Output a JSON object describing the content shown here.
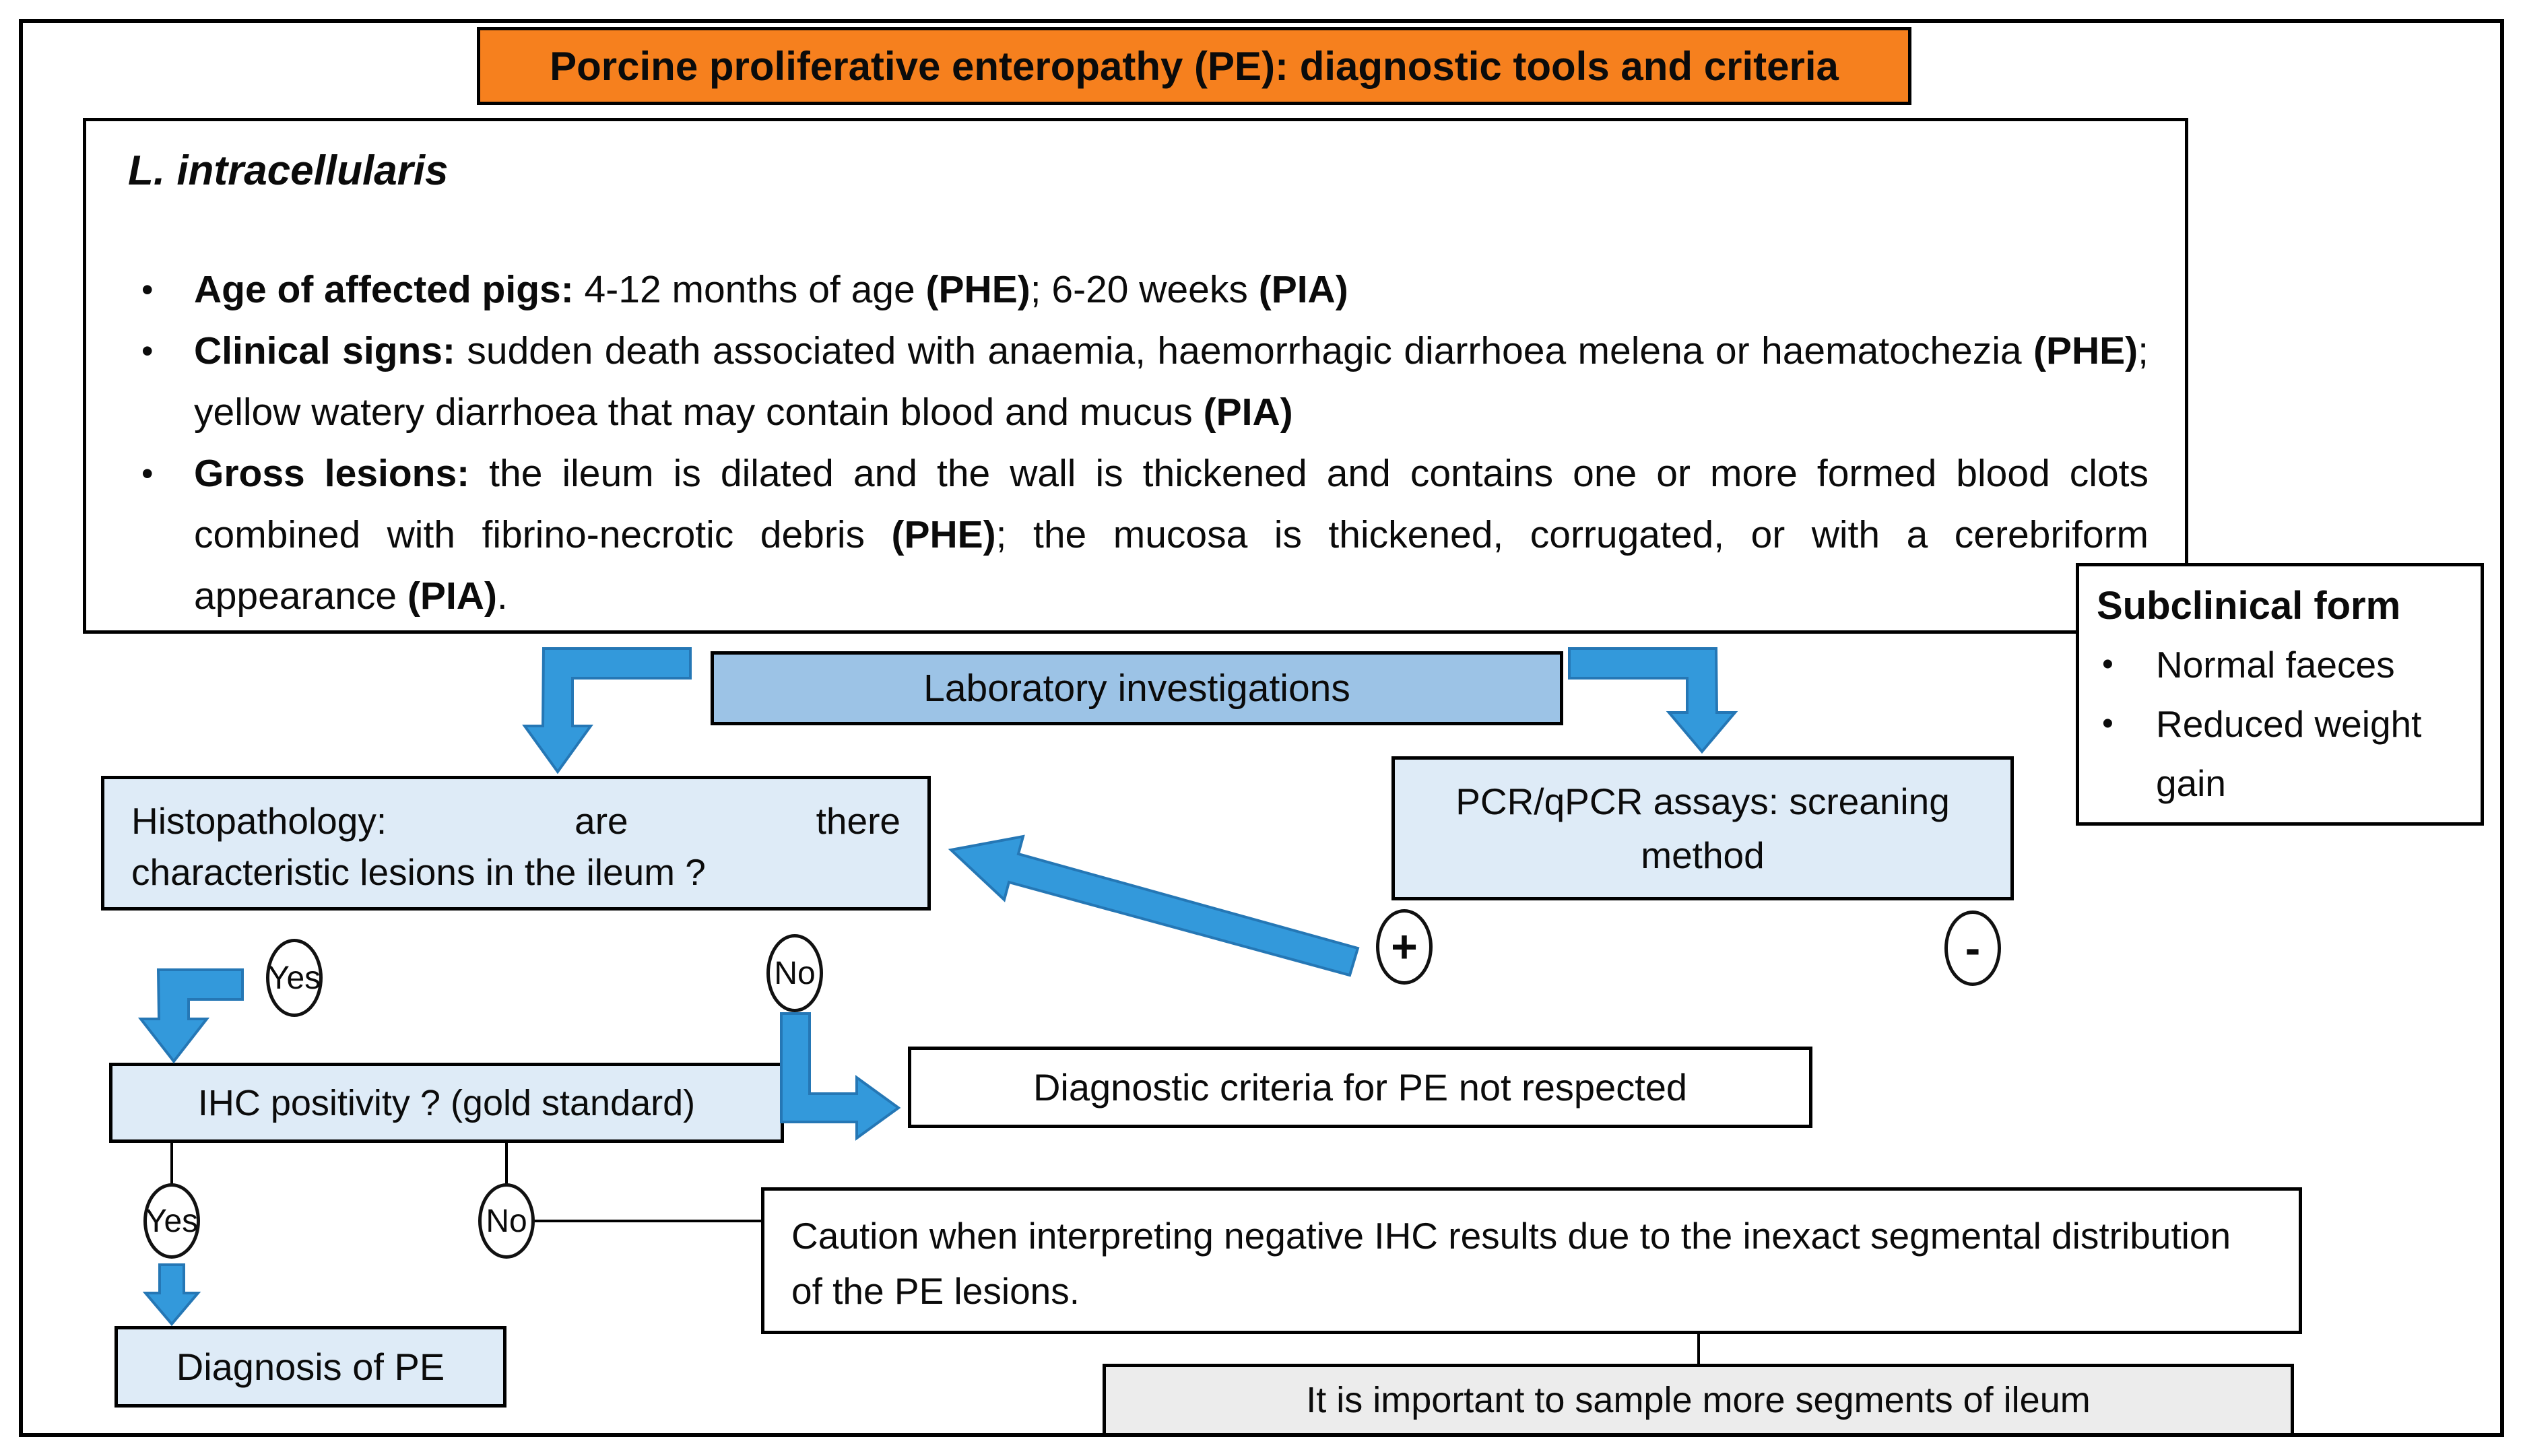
{
  "colors": {
    "orange": "#F6801E",
    "blue_medium": "#9CC3E6",
    "blue_light": "#DEEBF7",
    "grey_box": "#ECECEC",
    "arrow_fill": "#3399DB",
    "arrow_stroke": "#2577B5"
  },
  "title": "Porcine proliferative enteropathy (PE): diagnostic tools and criteria",
  "pathogen_box": {
    "heading": "L. intracellularis",
    "bullets": [
      [
        {
          "b": true,
          "t": "Age of affected pigs:"
        },
        {
          "t": " 4-12 months of age "
        },
        {
          "b": true,
          "t": "(PHE)"
        },
        {
          "t": "; 6-20 weeks "
        },
        {
          "b": true,
          "t": "(PIA)"
        }
      ],
      [
        {
          "b": true,
          "t": "Clinical signs:"
        },
        {
          "t": " sudden death associated with anaemia, haemorrhagic diarrhoea melena or haematochezia "
        },
        {
          "b": true,
          "t": "(PHE)"
        },
        {
          "t": "; yellow watery diarrhoea that may contain blood and mucus "
        },
        {
          "b": true,
          "t": "(PIA)"
        }
      ],
      [
        {
          "b": true,
          "t": "Gross lesions:"
        },
        {
          "t": " the ileum is dilated and the wall is thickened and contains one or more formed blood clots combined with fibrino-necrotic debris "
        },
        {
          "b": true,
          "t": "(PHE)"
        },
        {
          "t": "; the mucosa is thickened, corrugated, or with a cerebriform appearance "
        },
        {
          "b": true,
          "t": "(PIA)"
        },
        {
          "t": "."
        }
      ]
    ]
  },
  "subclinical_box": {
    "heading": "Subclinical form",
    "items": [
      "Normal faeces",
      "Reduced weight gain"
    ]
  },
  "lab_box": {
    "label": "Laboratory investigations"
  },
  "histology_box": {
    "line1_words": [
      "Histopathology:",
      "are",
      "there"
    ],
    "line2": "characteristic lesions in the ileum ?"
  },
  "pcr_box": {
    "label": "PCR/qPCR assays: screaning method"
  },
  "ovals": {
    "histology_yes": "Yes",
    "histology_no": "No",
    "pcr_positive": "+",
    "pcr_negative": "-",
    "ihc_yes": "Yes",
    "ihc_no": "No"
  },
  "ihc_box": {
    "label": "IHC positivity ? (gold standard)"
  },
  "not_respected_box": {
    "label": "Diagnostic criteria for PE not respected"
  },
  "caution_box": {
    "label": "Caution when interpreting negative IHC results due to the inexact segmental distribution of the PE lesions."
  },
  "diagnosis_box": {
    "label": "Diagnosis of PE"
  },
  "sample_box": {
    "label": "It is important to sample more segments of ileum"
  }
}
